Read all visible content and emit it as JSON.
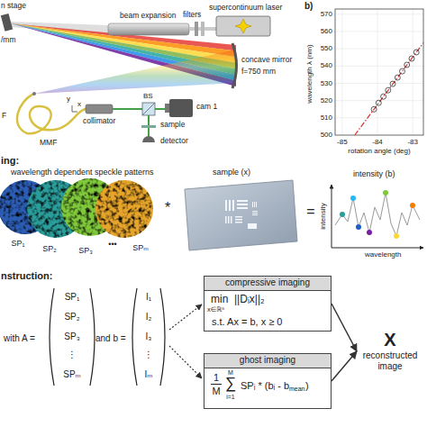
{
  "diagram": {
    "nodes": [
      {
        "text": [
          "compressive imaging",
          "min",
          "x∈ℝⁿ",
          "||Dᵢx||₂",
          "s.t. Ax = b, x ≥ 0"
        ]
      },
      {
        "text": [
          "ghost imaging",
          "1",
          "M",
          "M",
          "∑",
          "i=1",
          "SPᵢ * (bᵢ - b",
          "mean",
          ")"
        ]
      },
      {
        "text": [
          "X",
          "reconstructed image"
        ]
      }
    ],
    "edges": [
      {
        "from": 0,
        "to": 2,
        "arrow": "to"
      },
      {
        "from": 1,
        "to": 2,
        "arrow": "to"
      }
    ],
    "labels": [
      "n stage",
      "/mm",
      "filters",
      "supercontinuum laser",
      "beam expansion",
      "concave mirror",
      "f=750 mm",
      "y",
      "x",
      "F",
      "MMF",
      "collimator",
      "BS",
      "cam 1",
      "sample",
      "detector",
      "b)",
      "wavelength λ (nm)",
      "570",
      "560",
      "550",
      "540",
      "530",
      "520",
      "510",
      "500",
      "-85",
      "-84",
      "-83",
      "rotation angle (deg)",
      "ing:",
      "wavelength dependent speckle patterns",
      "SP₁",
      "SP₂",
      "SP₃",
      "•••",
      "SPₘ",
      "*",
      "sample (x)",
      "=",
      "intensity (b)",
      "intensity",
      "wavelength",
      "nstruction:",
      "with A =",
      "SP₁",
      "SP₂",
      "SP₃",
      "⋮",
      "SPₘ",
      "and b =",
      "I₁",
      "I₂",
      "I₃",
      "⋮",
      "Iₘ"
    ]
  }
}
